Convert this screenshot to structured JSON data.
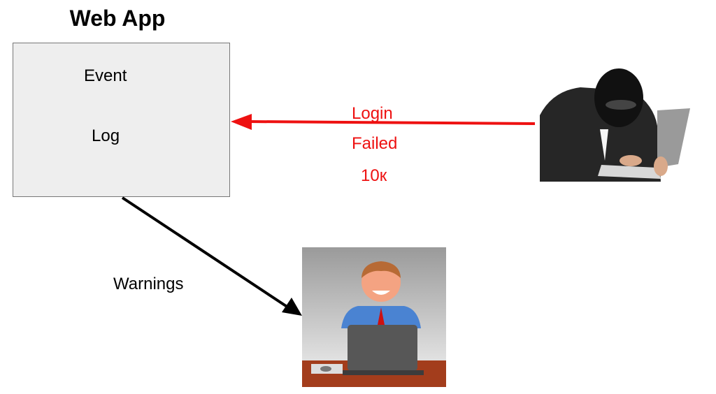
{
  "diagram": {
    "title": "Web App",
    "box": {
      "line1": "Event",
      "line2": "Log"
    },
    "attack_arrow": {
      "line1": "Login",
      "line2": "Failed",
      "line3": "10к",
      "color": "#ee1111"
    },
    "warning_arrow": {
      "label": "Warnings",
      "color": "#000000"
    },
    "images": {
      "attacker": "hooded-hacker-with-laptop",
      "operator": "smiling-man-at-laptop"
    }
  }
}
